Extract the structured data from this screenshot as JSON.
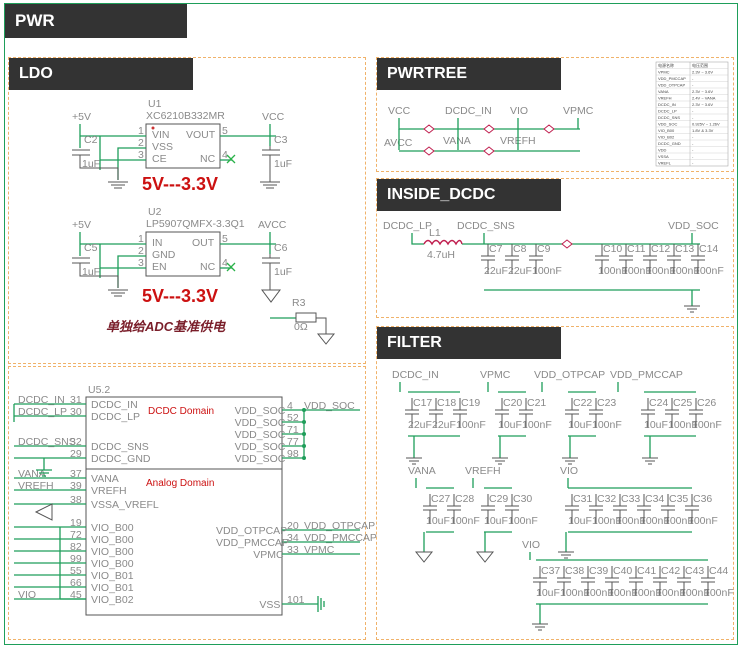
{
  "title": "PWR",
  "sections": {
    "ldo": "LDO",
    "pwrtree": "PWRTREE",
    "inside": "INSIDE_DCDC",
    "filter": "FILTER"
  },
  "ldo": {
    "u1_ref": "U1",
    "u1_part": "XC6210B332MR",
    "u2_ref": "U2",
    "u2_part": "LP5907QMFX-3.3Q1",
    "in_net": "+5V",
    "vcc": "VCC",
    "avcc": "AVCC",
    "pin_vin": "VIN",
    "pin_vss": "VSS",
    "pin_ce": "CE",
    "pin_vout": "VOUT",
    "pin_nc": "NC",
    "pin_in": "IN",
    "pin_gnd": "GND",
    "pin_en": "EN",
    "pin_out": "OUT",
    "n1": "1",
    "n2": "2",
    "n3": "3",
    "n4": "4",
    "n5": "5",
    "c2": "C2",
    "c3": "C3",
    "c5": "C5",
    "c6": "C6",
    "cap_1uf": "1uF",
    "conv_label": "5V---3.3V",
    "r3": "R3",
    "r3_val": "0Ω",
    "note": "单独给ADC基准供电"
  },
  "pwrtree": {
    "vcc": "VCC",
    "dcdc_in": "DCDC_IN",
    "vio": "VIO",
    "vpmc": "VPMC",
    "avcc": "AVCC",
    "vana": "VANA",
    "vrefh": "VREFH",
    "table": [
      [
        "电源名称",
        "电压范围"
      ],
      [
        "VPMC",
        "2.3V ~ 3.6V"
      ],
      [
        "VDD_PMCCAP",
        "-"
      ],
      [
        "VDD_OTPCAP",
        "-"
      ],
      [
        "VANA",
        "2.3V ~ 3.6V"
      ],
      [
        "VREFH",
        "2.4V ~ VANA"
      ],
      [
        "DCDC_IN",
        "2.3V ~ 3.6V"
      ],
      [
        "DCDC_LP",
        "-"
      ],
      [
        "DCDC_SNS",
        "-"
      ],
      [
        "VDD_SOC",
        "0.925V ~ 1.26V"
      ],
      [
        "VIO_B00",
        "1.8V & 3.3V"
      ],
      [
        "VIO_B02",
        "-"
      ],
      [
        "DCDC_GND",
        "-"
      ],
      [
        "VDD",
        "-"
      ],
      [
        "VSSA",
        "-"
      ],
      [
        "VREFL",
        "-"
      ]
    ]
  },
  "inside": {
    "dcdc_lp": "DCDC_LP",
    "l1": "L1",
    "l1_val": "4.7uH",
    "dcdc_sns": "DCDC_SNS",
    "vdd_soc": "VDD_SOC",
    "caps": [
      {
        "ref": "C7",
        "val": "22uF"
      },
      {
        "ref": "C8",
        "val": "22uF"
      },
      {
        "ref": "C9",
        "val": "100nF"
      },
      {
        "ref": "C10",
        "val": "100nF"
      },
      {
        "ref": "C11",
        "val": "100nF"
      },
      {
        "ref": "C12",
        "val": "100nF"
      },
      {
        "ref": "C13",
        "val": "100nF"
      },
      {
        "ref": "C14",
        "val": "100nF"
      }
    ]
  },
  "u5": {
    "ref": "U5.2",
    "dcdc_domain": "DCDC Domain",
    "analog_domain": "Analog Domain",
    "left": [
      {
        "net": "DCDC_IN",
        "num": "31",
        "pin": "DCDC_IN"
      },
      {
        "net": "DCDC_LP",
        "num": "30",
        "pin": "DCDC_LP"
      },
      {
        "net": "DCDC_SNS",
        "num": "32",
        "pin": "DCDC_SNS"
      },
      {
        "net": "",
        "num": "29",
        "pin": "DCDC_GND"
      },
      {
        "net": "VANA",
        "num": "37",
        "pin": "VANA"
      },
      {
        "net": "VREFH",
        "num": "39",
        "pin": "VREFH"
      },
      {
        "net": "",
        "num": "38",
        "pin": "VSSA_VREFL"
      },
      {
        "net": "",
        "num": "19",
        "pin": "VIO_B00"
      },
      {
        "net": "",
        "num": "72",
        "pin": "VIO_B00"
      },
      {
        "net": "",
        "num": "82",
        "pin": "VIO_B00"
      },
      {
        "net": "",
        "num": "99",
        "pin": "VIO_B00"
      },
      {
        "net": "",
        "num": "55",
        "pin": "VIO_B01"
      },
      {
        "net": "",
        "num": "66",
        "pin": "VIO_B01"
      },
      {
        "net": "VIO",
        "num": "45",
        "pin": "VIO_B02"
      }
    ],
    "right": [
      {
        "pin": "VDD_SOC",
        "num": "4",
        "net": "VDD_SOC"
      },
      {
        "pin": "VDD_SOC",
        "num": "52",
        "net": ""
      },
      {
        "pin": "VDD_SOC",
        "num": "71",
        "net": ""
      },
      {
        "pin": "VDD_SOC",
        "num": "77",
        "net": ""
      },
      {
        "pin": "VDD_SOC",
        "num": "98",
        "net": ""
      },
      {
        "pin": "VDD_OTPCAP",
        "num": "20",
        "net": "VDD_OTPCAP"
      },
      {
        "pin": "VDD_PMCCAP",
        "num": "34",
        "net": "VDD_PMCCAP"
      },
      {
        "pin": "VPMC",
        "num": "33",
        "net": "VPMC"
      },
      {
        "pin": "VSS",
        "num": "101",
        "net": ""
      }
    ]
  },
  "filter": {
    "groups": [
      {
        "net": "DCDC_IN",
        "caps": [
          {
            "ref": "C17",
            "val": "22uF"
          },
          {
            "ref": "C18",
            "val": "22uF"
          },
          {
            "ref": "C19",
            "val": "100nF"
          }
        ]
      },
      {
        "net": "VPMC",
        "caps": [
          {
            "ref": "C20",
            "val": "10uF"
          },
          {
            "ref": "C21",
            "val": "100nF"
          }
        ]
      },
      {
        "net": "VDD_OTPCAP",
        "caps": [
          {
            "ref": "C22",
            "val": "10uF"
          },
          {
            "ref": "C23",
            "val": "100nF"
          }
        ]
      },
      {
        "net": "VDD_PMCCAP",
        "caps": [
          {
            "ref": "C24",
            "val": "10uF"
          },
          {
            "ref": "C25",
            "val": "100nF"
          },
          {
            "ref": "C26",
            "val": "100nF"
          }
        ]
      },
      {
        "net": "VANA",
        "caps": [
          {
            "ref": "C27",
            "val": "10uF"
          },
          {
            "ref": "C28",
            "val": "100nF"
          }
        ]
      },
      {
        "net": "VREFH",
        "caps": [
          {
            "ref": "C29",
            "val": "10uF"
          },
          {
            "ref": "C30",
            "val": "100nF"
          }
        ]
      },
      {
        "net": "VIO",
        "caps": [
          {
            "ref": "C31",
            "val": "10uF"
          },
          {
            "ref": "C32",
            "val": "100nF"
          },
          {
            "ref": "C33",
            "val": "100nF"
          },
          {
            "ref": "C34",
            "val": "100nF"
          },
          {
            "ref": "C35",
            "val": "100nF"
          },
          {
            "ref": "C36",
            "val": "100nF"
          }
        ]
      },
      {
        "net": "VIO",
        "caps": [
          {
            "ref": "C37",
            "val": "10uF"
          },
          {
            "ref": "C38",
            "val": "100nF"
          },
          {
            "ref": "C39",
            "val": "100nF"
          },
          {
            "ref": "C40",
            "val": "100nF"
          },
          {
            "ref": "C41",
            "val": "100nF"
          },
          {
            "ref": "C42",
            "val": "100nF"
          },
          {
            "ref": "C43",
            "val": "100nF"
          },
          {
            "ref": "C44",
            "val": "100nF"
          }
        ]
      }
    ]
  }
}
